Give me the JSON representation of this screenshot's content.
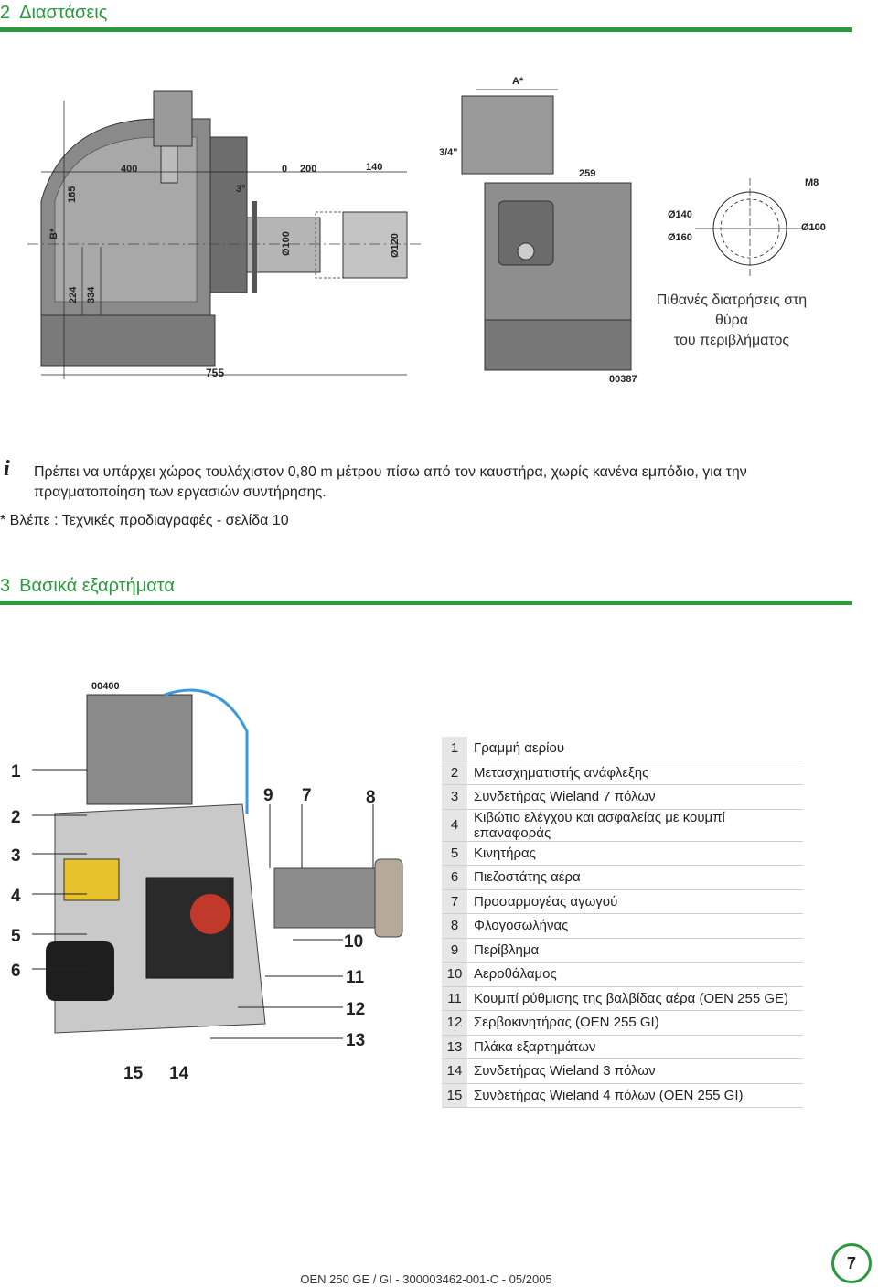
{
  "section2": {
    "number": "2",
    "title": "Διαστάσεις"
  },
  "section3": {
    "number": "3",
    "title": "Βασικά εξαρτήματα"
  },
  "dimensions": {
    "A": "A*",
    "B": "B*",
    "d165": "165",
    "d224": "224",
    "d334": "334",
    "d400": "400",
    "d3deg": "3°",
    "d0": "0",
    "d200": "200",
    "d140": "140",
    "d_o100": "Ø100",
    "d_o120": "Ø120",
    "d755": "755",
    "d34": "3/4\"",
    "d259": "259",
    "o140": "Ø140",
    "o160": "Ø160",
    "m8": "M8",
    "o100r": "Ø100",
    "ref": "00387"
  },
  "drill_caption": [
    "Πιθανές διατρήσεις στη θύρα",
    "του περιβλήματος"
  ],
  "info": {
    "icon": "i",
    "text": "Πρέπει να υπάρχει χώρος τουλάχιστον 0,80 m μέτρου πίσω από τον καυστήρα, χωρίς κανένα εμπόδιο, για την πραγματοποίηση των εργασιών συντήρησης."
  },
  "see_note": "* Βλέπε : Τεχνικές προδιαγραφές - σελίδα 10",
  "photo": {
    "ref": "00400",
    "labels": [
      "1",
      "2",
      "3",
      "4",
      "5",
      "6",
      "7",
      "8",
      "9",
      "10",
      "11",
      "12",
      "13",
      "14",
      "15"
    ]
  },
  "parts": [
    {
      "n": "1",
      "t": "Γραμμή αερίου"
    },
    {
      "n": "2",
      "t": "Μετασχηματιστής ανάφλεξης"
    },
    {
      "n": "3",
      "t": "Συνδετήρας Wieland 7 πόλων"
    },
    {
      "n": "4",
      "t": "Κιβώτιο ελέγχου και ασφαλείας με κουμπί επαναφοράς"
    },
    {
      "n": "5",
      "t": "Κινητήρας"
    },
    {
      "n": "6",
      "t": "Πιεζοστάτης αέρα"
    },
    {
      "n": "7",
      "t": "Προσαρμογέας αγωγού"
    },
    {
      "n": "8",
      "t": "Φλογοσωλήνας"
    },
    {
      "n": "9",
      "t": "Περίβλημα"
    },
    {
      "n": "10",
      "t": "Αεροθάλαμος"
    },
    {
      "n": "11",
      "t": "Κουμπί ρύθμισης της βαλβίδας αέρα (OEN 255 GE)"
    },
    {
      "n": "12",
      "t": "Σερβοκινητήρας (OEN 255 GI)"
    },
    {
      "n": "13",
      "t": "Πλάκα εξαρτημάτων"
    },
    {
      "n": "14",
      "t": "Συνδετήρας Wieland 3 πόλων"
    },
    {
      "n": "15",
      "t": "Συνδετήρας Wieland 4 πόλων (OEN 255 GI)"
    }
  ],
  "footer": "OEN 250 GE / GI - 300003462-001-C - 05/2005",
  "page_number": "7",
  "colors": {
    "accent": "#2b9a3e"
  }
}
